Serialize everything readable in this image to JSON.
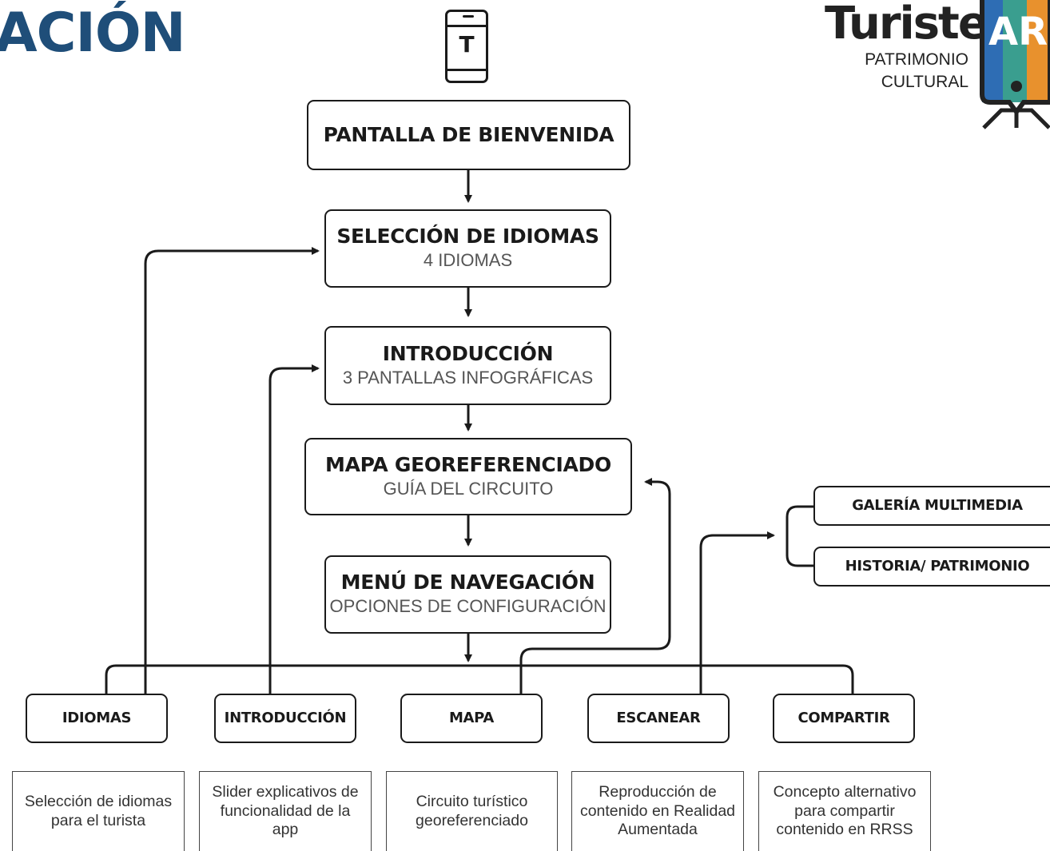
{
  "page": {
    "heading_fragment": "ACIÓN"
  },
  "logo": {
    "name": "Turiste",
    "badge": "AR",
    "line1": "PATRIMONIO",
    "line2": "CULTURAL",
    "colors": [
      "#2e6db4",
      "#3a9e8f",
      "#e8912d",
      "#f2b544"
    ]
  },
  "phone_icon": {
    "icon": "smartphone-icon",
    "glyph": "T"
  },
  "flow": {
    "welcome": {
      "title": "PANTALLA DE BIENVENIDA"
    },
    "languages": {
      "title": "SELECCIÓN DE IDIOMAS",
      "subtitle": "4 IDIOMAS"
    },
    "intro": {
      "title": "INTRODUCCIÓN",
      "subtitle": "3 PANTALLAS INFOGRÁFICAS"
    },
    "map": {
      "title": "MAPA GEOREFERENCIADO",
      "subtitle": "GUÍA DEL CIRCUITO"
    },
    "menu": {
      "title": "MENÚ DE NAVEGACIÓN",
      "subtitle": "OPCIONES DE CONFIGURACIÓN"
    }
  },
  "options": [
    {
      "label": "IDIOMAS",
      "description": "Selección de idiomas para el turista"
    },
    {
      "label": "INTRODUCCIÓN",
      "description": "Slider explicativos de funcionalidad de la app"
    },
    {
      "label": "MAPA",
      "description": "Circuito turístico georeferenciado"
    },
    {
      "label": "ESCANEAR",
      "description": "Reproducción de contenido en Realidad Aumentada"
    },
    {
      "label": "COMPARTIR",
      "description": "Concepto alternativo para compartir contenido en RRSS"
    }
  ],
  "scan_targets": [
    {
      "label": "GALERÍA MULTIMEDIA"
    },
    {
      "label": "HISTORIA/ PATRIMONIO"
    }
  ],
  "colors": {
    "heading": "#1f4e79",
    "line": "#1a1a1a",
    "subtitle": "#555555"
  }
}
